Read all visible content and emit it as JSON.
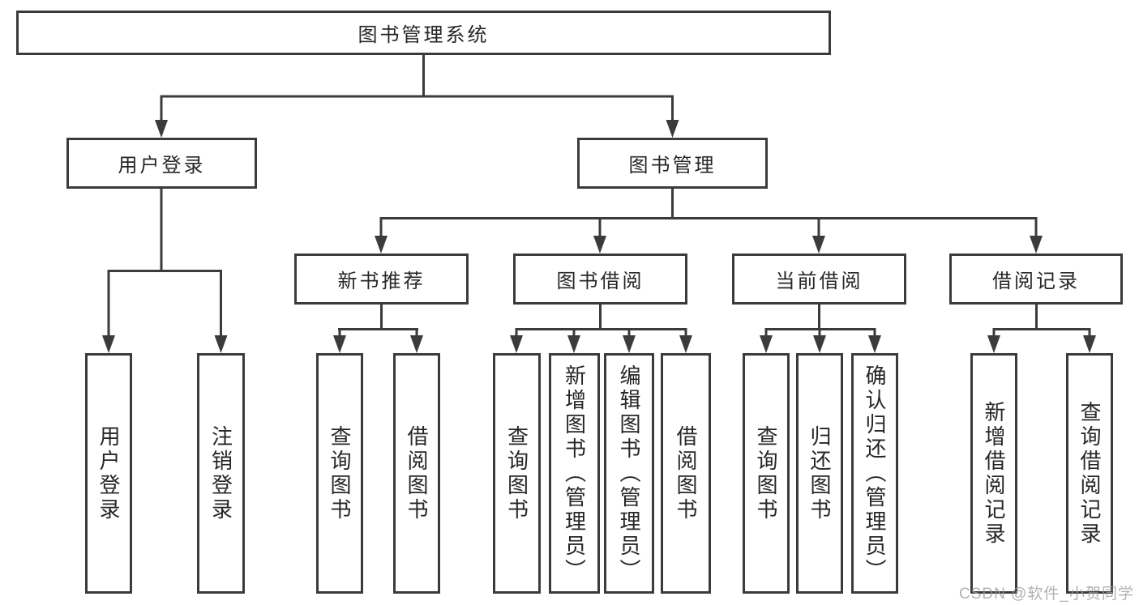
{
  "tree": {
    "root": "图书管理系统",
    "branches": [
      {
        "label": "用户登录",
        "children": [
          {
            "label": "用户登录"
          },
          {
            "label": "注销登录"
          }
        ]
      },
      {
        "label": "图书管理",
        "children": [
          {
            "label": "新书推荐",
            "children": [
              {
                "label": "查询图书"
              },
              {
                "label": "借阅图书"
              }
            ]
          },
          {
            "label": "图书借阅",
            "children": [
              {
                "label": "查询图书"
              },
              {
                "label": "新增图书（管理员）"
              },
              {
                "label": "编辑图书（管理员）"
              },
              {
                "label": "借阅图书"
              }
            ]
          },
          {
            "label": "当前借阅",
            "children": [
              {
                "label": "查询图书"
              },
              {
                "label": "归还图书"
              },
              {
                "label": "确认归还（管理员）"
              }
            ]
          },
          {
            "label": "借阅记录",
            "children": [
              {
                "label": "新增借阅记录"
              },
              {
                "label": "查询借阅记录"
              }
            ]
          }
        ]
      }
    ]
  },
  "watermark": {
    "text": "CSDN @软件_小贺同学"
  },
  "colors": {
    "line": "#3b3b3b",
    "text": "#262626",
    "background": "#ffffff",
    "watermark": "#9e9e9e"
  }
}
